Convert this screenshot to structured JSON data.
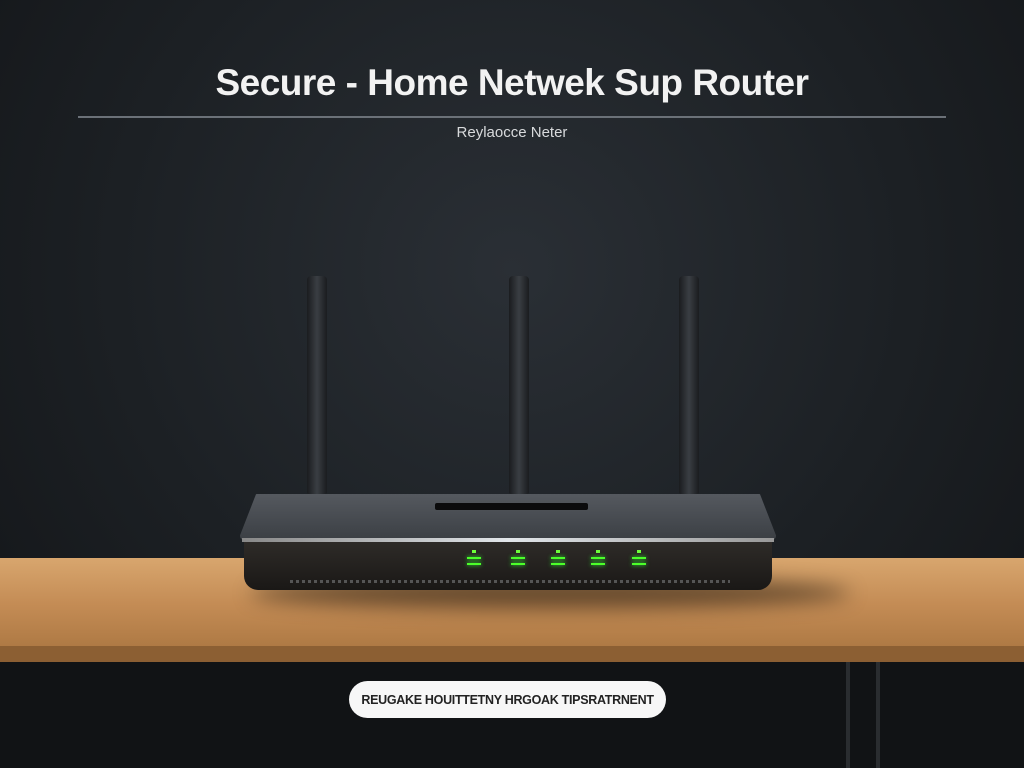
{
  "header": {
    "title": "Secure - Home Netwek Sup Router",
    "subtitle": "Reylaocce Neter"
  },
  "button": {
    "label": "REUGAKE HOUITTETNY HRGOAK TIPSRATRNENT"
  },
  "router": {
    "status_leds": 5,
    "led_color": "#4cff2a",
    "antennas": 3
  }
}
